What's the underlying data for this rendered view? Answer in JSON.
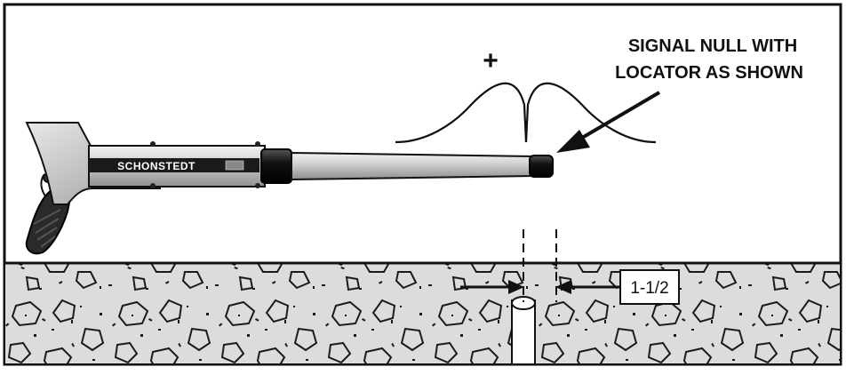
{
  "diagram": {
    "callout_line1": "SIGNAL NULL WITH",
    "callout_line2": "LOCATOR AS SHOWN",
    "plus_symbol": "+",
    "brand_label": "SCHONSTEDT",
    "measurement_label": "1-1/2"
  }
}
